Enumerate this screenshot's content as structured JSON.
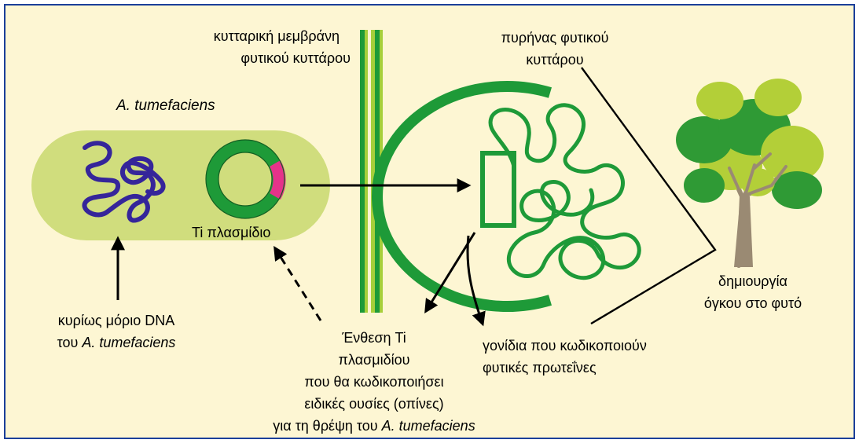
{
  "labels": {
    "bacterium_name": "A. tumefaciens",
    "plasmid": "Ti πλασμίδιο",
    "membrane_line1": "κυτταρική μεμβράνη",
    "membrane_line2": "φυτικού κυττάρου",
    "nucleus_line1": "πυρήνας φυτικού",
    "nucleus_line2": "κυττάρου",
    "dna_line1": "κυρίως μόριο DNA",
    "dna_line2_prefix": "του ",
    "dna_line2_italic": "A. tumefaciens",
    "insertion_line1": "Ένθεση Ti",
    "insertion_line2": "πλασμιδίου",
    "insertion_line3": "που θα κωδικοποιήσει",
    "insertion_line4": "ειδικές ουσίες (οπίνες)",
    "insertion_line5_prefix": "για τη θρέψη του ",
    "insertion_line5_italic": "A. tumefaciens",
    "genes_line1": "γονίδια που κωδικοποιούν",
    "genes_line2": "φυτικές πρωτεΐνες",
    "tumor_line1": "δημιουργία",
    "tumor_line2": "όγκου στο φυτό"
  },
  "colors": {
    "background": "#fdf6d3",
    "frame": "#1a3f9a",
    "bacterium_fill": "#d0dd7d",
    "plant_green": "#1e9a38",
    "chromosome": "#35259a",
    "plasmid_segment": "#e5338a",
    "membrane_dark": "#1e9a38",
    "membrane_light": "#a6cf3a",
    "trunk": "#9a8a73",
    "foliage_dark": "#2f9a35",
    "foliage_light": "#b3cf38"
  }
}
